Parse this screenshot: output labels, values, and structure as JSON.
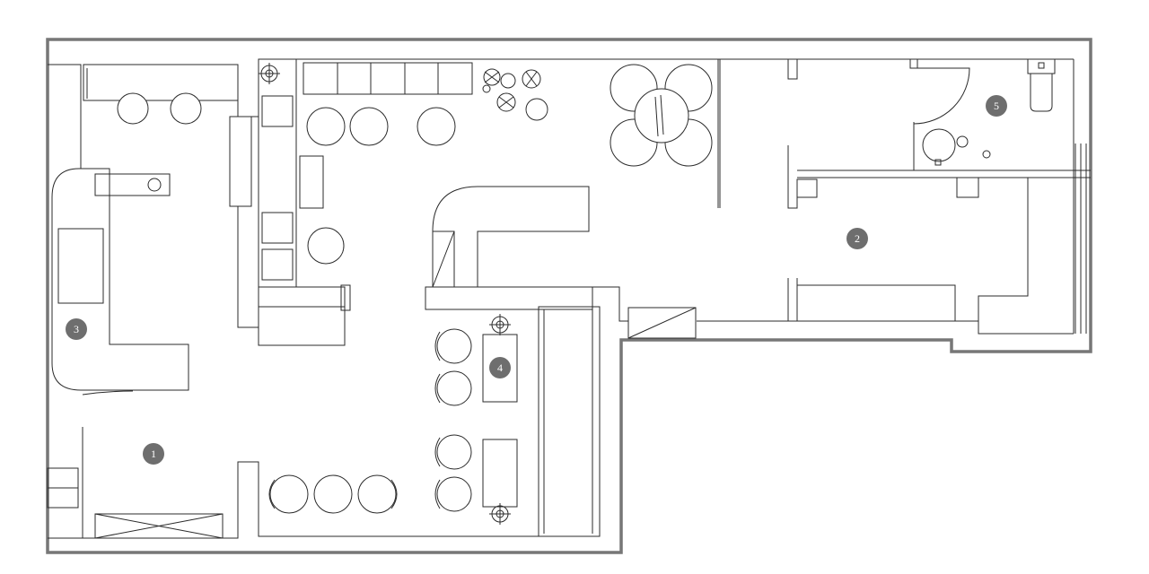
{
  "room_markers": [
    {
      "id": "1",
      "label": "1"
    },
    {
      "id": "2",
      "label": "2"
    },
    {
      "id": "3",
      "label": "3"
    },
    {
      "id": "4",
      "label": "4"
    },
    {
      "id": "5",
      "label": "5"
    }
  ],
  "colors": {
    "outer_wall": "#777777",
    "line": "#2b2b2b",
    "marker": "#6e6e6e",
    "background": "#ffffff"
  }
}
